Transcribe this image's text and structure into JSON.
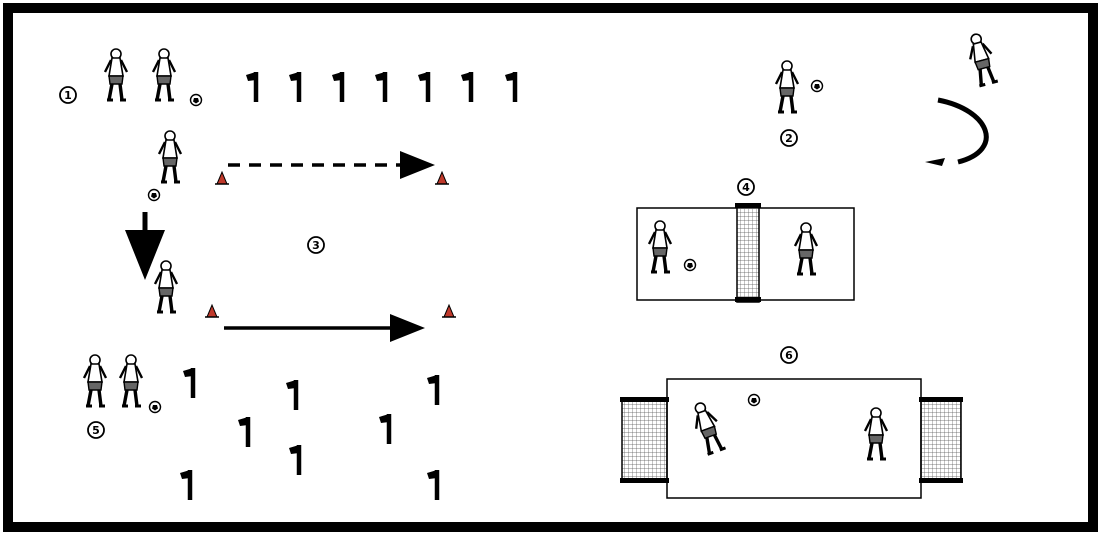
{
  "diagram": {
    "border_color": "#000000",
    "background": "#ffffff",
    "cone_color": "#c0392b",
    "stations": [
      {
        "id": "station-1",
        "number": "1"
      },
      {
        "id": "station-2",
        "number": "2"
      },
      {
        "id": "station-3",
        "number": "3"
      },
      {
        "id": "station-4",
        "number": "4"
      },
      {
        "id": "station-5",
        "number": "5"
      },
      {
        "id": "station-6",
        "number": "6"
      }
    ]
  }
}
